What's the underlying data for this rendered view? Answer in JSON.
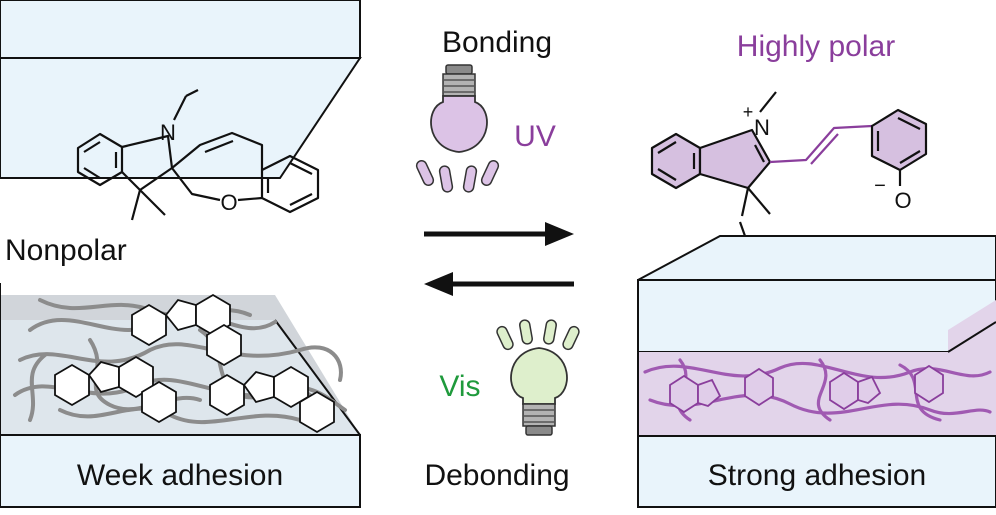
{
  "labels": {
    "bonding": "Bonding",
    "debonding": "Debonding",
    "uv": "UV",
    "vis": "Vis",
    "highly_polar": "Highly polar",
    "nonpolar": "Nonpolar",
    "weak_adhesion": "Week adhesion",
    "strong_adhesion": "Strong adhesion"
  },
  "atoms": {
    "n_left": "N",
    "o_left": "O",
    "n_right": "N",
    "n_right_charge": "+",
    "o_right": "O",
    "o_right_charge": "−"
  },
  "icons": {
    "uv_lamp": "uv-light-bulb-icon",
    "vis_lamp": "visible-light-bulb-icon",
    "forward": "right-arrow-icon",
    "reverse": "left-arrow-icon"
  },
  "colors": {
    "purple": "#8a3e9c",
    "green": "#1f9a3c",
    "uv_glass": "#dcc3e6",
    "vis_glass": "#deefcc",
    "block_fill": "#e9f4fb",
    "purple_fill": "#d6c0e0",
    "gray_chain": "#8c8c8c"
  }
}
